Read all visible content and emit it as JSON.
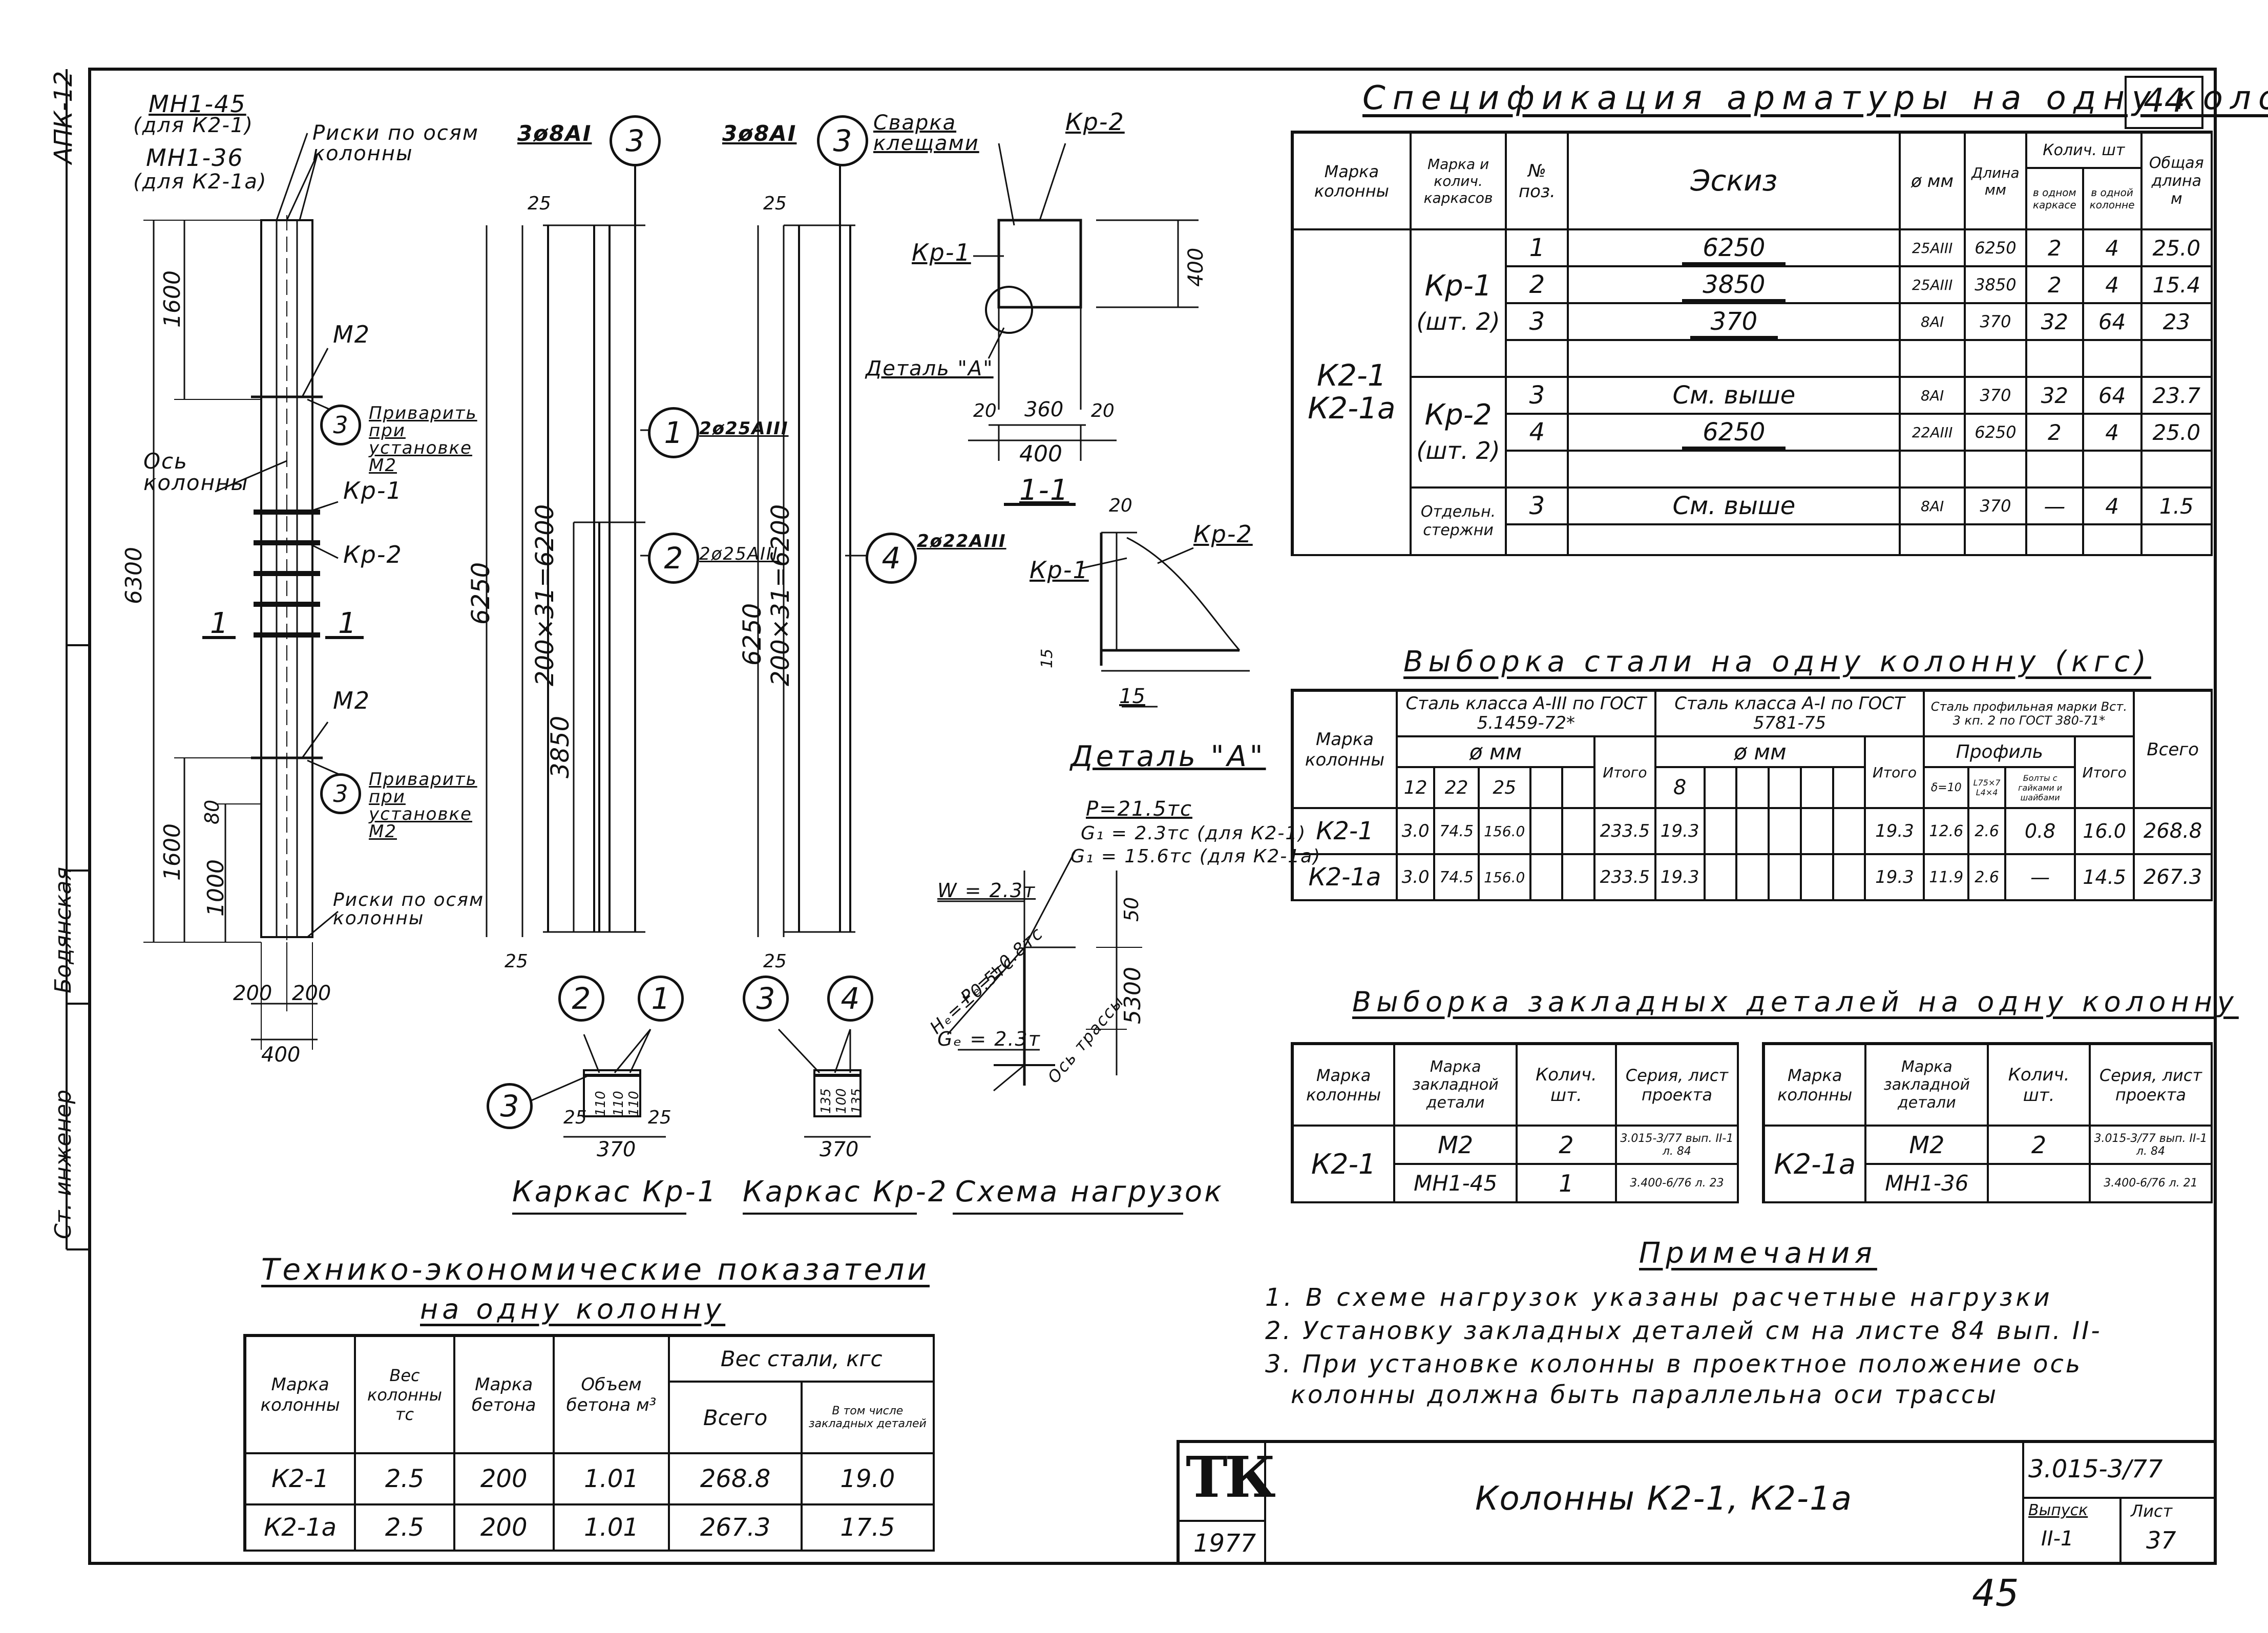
{
  "frame": {
    "side_code": "АПК-12",
    "side_role_1": "Ст. инженер",
    "side_name_1": "Бодянская",
    "side_role_2": "",
    "sheet_top_number": "44",
    "sheet_bottom_number": "45"
  },
  "column_view": {
    "label_mn_45": "МН1-45",
    "label_mn_45_for": "(для К2-1)",
    "label_mn_36": "МН1-36",
    "label_mn_36_for": "(для К2-1а)",
    "label_riski_top": "Риски по осям колонны",
    "label_riski_bottom": "Риски по осям колонны",
    "label_m2_top": "М2",
    "label_m2_bottom": "М2",
    "label_weld_top": "Приварить при установке М2",
    "label_weld_bottom": "Приварить при установке М2",
    "label_axis": "Ось колонны",
    "label_kr1": "Кр-1",
    "label_kr2": "Кр-2",
    "section_mark_left": "1",
    "section_mark_right": "1",
    "dim_total": "6300",
    "dim_top": "1600",
    "dim_bottom": "1600",
    "dim_1000": "1000",
    "dim_80": "80",
    "dim_200a": "200",
    "dim_200b": "200",
    "dim_400": "400",
    "callout_3": "3"
  },
  "kr1": {
    "caption": "Каркас Кр-1",
    "bar_top_label": "3ø8АI",
    "bar_top_circle": "3",
    "bar1_label": "2ø25АIII",
    "bar1_circle": "1",
    "bar2_label": "2ø25АIII",
    "bar2_circle": "2",
    "dim_6250": "6250",
    "dim_200x31": "200×31=6200",
    "dim_3850": "3850",
    "dim_25_top": "25",
    "dim_25_bottom": "25",
    "sec_circle_2": "2",
    "sec_circle_1": "1",
    "sec_circle_3": "3",
    "sec_dims": [
      "25",
      "110",
      "110",
      "110",
      "25"
    ],
    "sec_width": "370"
  },
  "kr2": {
    "caption": "Каркас Кр-2",
    "bar_top_label": "3ø8АI",
    "bar_top_circle": "3",
    "bar4_label": "2ø22АIII",
    "bar4_circle": "4",
    "dim_6250": "6250",
    "dim_200x31": "200×31=6200",
    "dim_25_top": "25",
    "dim_25_bottom": "25",
    "sec_circle_3": "3",
    "sec_circle_4": "4",
    "sec_dims": [
      "135",
      "100",
      "135"
    ],
    "sec_width": "370"
  },
  "section_1_1": {
    "title": "1-1",
    "weld_label": "Сварка клещами",
    "kr2_label": "Кр-2",
    "kr1_label": "Кр-1",
    "detail_label": "Деталь \"А\"",
    "dim_400_side": "400",
    "dim_20a": "20",
    "dim_360": "360",
    "dim_20b": "20",
    "dim_400_bottom": "400"
  },
  "detail_a": {
    "title": "Деталь \"А\"",
    "kr1_label": "Кр-1",
    "kr2_label": "Кр-2",
    "dim_20": "20",
    "dim_15a": "15",
    "dim_15b": "15"
  },
  "load_scheme": {
    "caption": "Схема нагрузок",
    "p": "Р=21.5тс",
    "g1_k21": "G₁ = 2.3тс (для К2-1)",
    "g1_k21a": "G₁ = 15.6тс (для К2-1а)",
    "w": "W = 2.3т",
    "h": "Hₑ=±0.5тс",
    "pe": "Pₑ=±0.8тс",
    "ge": "Gₑ = 2.3т",
    "dim_50": "50",
    "dim_5300": "5300",
    "axis": "Ось трассы"
  },
  "spec": {
    "title": "Спецификация арматуры на одну колонну",
    "headers": [
      "Марка колонны",
      "Марка и колич. каркасов",
      "№ поз.",
      "Эскиз",
      "ø мм",
      "Длина мм",
      "Колич. шт",
      "Общая длина м"
    ],
    "sub_headers": [
      "в одном каркасе",
      "в одной колонне"
    ],
    "column_marks": [
      "К2-1",
      "К2-1а"
    ],
    "groups": [
      {
        "name": "Кр-1",
        "qty": "(шт. 2)"
      },
      {
        "name": "Кр-2",
        "qty": "(шт. 2)"
      },
      {
        "name": "Отдельн. стержни",
        "qty": ""
      }
    ],
    "rows": [
      {
        "pos": "1",
        "sketch": "6250",
        "dia": "25АIII",
        "len": "6250",
        "in_frame": "2",
        "in_column": "4",
        "total": "25.0"
      },
      {
        "pos": "2",
        "sketch": "3850",
        "dia": "25АIII",
        "len": "3850",
        "in_frame": "2",
        "in_column": "4",
        "total": "15.4"
      },
      {
        "pos": "3",
        "sketch": "370",
        "dia": "8АI",
        "len": "370",
        "in_frame": "32",
        "in_column": "64",
        "total": "23"
      },
      {
        "pos": "",
        "sketch": "",
        "dia": "",
        "len": "",
        "in_frame": "",
        "in_column": "",
        "total": ""
      },
      {
        "pos": "3",
        "sketch": "См. выше",
        "dia": "8АI",
        "len": "370",
        "in_frame": "32",
        "in_column": "64",
        "total": "23.7"
      },
      {
        "pos": "4",
        "sketch": "6250",
        "dia": "22АIII",
        "len": "6250",
        "in_frame": "2",
        "in_column": "4",
        "total": "25.0"
      },
      {
        "pos": "",
        "sketch": "",
        "dia": "",
        "len": "",
        "in_frame": "",
        "in_column": "",
        "total": ""
      },
      {
        "pos": "3",
        "sketch": "См. выше",
        "dia": "8АI",
        "len": "370",
        "in_frame": "—",
        "in_column": "4",
        "total": "1.5"
      },
      {
        "pos": "",
        "sketch": "",
        "dia": "",
        "len": "",
        "in_frame": "",
        "in_column": "",
        "total": ""
      }
    ]
  },
  "steel": {
    "title": "Выборка стали на одну колонну (кгс)",
    "h_mark": "Марка колонны",
    "h_a3": "Сталь класса А-III по ГОСТ 5.1459-72*",
    "h_a1": "Сталь класса А-I по ГОСТ 5781-75",
    "h_prof": "Сталь профильная марки Вст. 3 кп. 2 по ГОСТ 380-71*",
    "h_dmm_a": "ø мм",
    "h_dmm_b": "ø мм",
    "h_profile": "Профиль",
    "h_total_all": "Всего",
    "h_itogo": "Итого",
    "h_sizes_a3": [
      "12",
      "22",
      "25",
      "",
      ""
    ],
    "h_sizes_a1": [
      "8",
      "",
      "",
      "",
      "",
      ""
    ],
    "h_sizes_prof": [
      "δ=10",
      "L75×7 L4×4",
      "Болты с гайками и шайбами"
    ],
    "rows": [
      {
        "mark": "К2-1",
        "a3": [
          "3.0",
          "74.5",
          "156.0",
          "",
          ""
        ],
        "a3_total": "233.5",
        "a1": [
          "19.3",
          "",
          "",
          "",
          "",
          ""
        ],
        "a1_total": "19.3",
        "prof": [
          "12.6",
          "2.6",
          "0.8"
        ],
        "prof_total": "16.0",
        "total": "268.8"
      },
      {
        "mark": "К2-1а",
        "a3": [
          "3.0",
          "74.5",
          "156.0",
          "",
          ""
        ],
        "a3_total": "233.5",
        "a1": [
          "19.3",
          "",
          "",
          "",
          "",
          ""
        ],
        "a1_total": "19.3",
        "prof": [
          "11.9",
          "2.6",
          "—"
        ],
        "prof_total": "14.5",
        "total": "267.3"
      }
    ]
  },
  "embedded": {
    "title": "Выборка закладных деталей на одну колонну",
    "headers": [
      "Марка колонны",
      "Марка закладной детали",
      "Колич. шт.",
      "Серия, лист проекта"
    ],
    "left": {
      "mark": "К2-1",
      "rows": [
        {
          "detail": "М2",
          "qty": "2",
          "series": "3.015-3/77 вып. II-1 л. 84"
        },
        {
          "detail": "МН1-45",
          "qty": "1",
          "series": "3.400-6/76 л. 23"
        }
      ]
    },
    "right": {
      "mark": "К2-1а",
      "rows": [
        {
          "detail": "М2",
          "qty": "2",
          "series": "3.015-3/77 вып. II-1 л. 84"
        },
        {
          "detail": "МН1-36",
          "qty": "",
          "series": "3.400-6/76 л. 21"
        }
      ]
    }
  },
  "notes": {
    "title": "Примечания",
    "items": [
      "1. В схеме нагрузок указаны расчетные нагрузки",
      "2. Установку закладных деталей см на листе 84 вып. II-",
      "3. При установке колонны в проектное положение ось",
      "колонны должна быть параллельна оси трассы"
    ]
  },
  "teo": {
    "title": "Технико-экономические показатели",
    "subtitle": "на одну колонну",
    "headers": [
      "Марка колонны",
      "Вес колонны тс",
      "Марка бетона",
      "Объем бетона м³",
      "Вес стали, кгс",
      "Всего",
      "В том числе закладных деталей"
    ],
    "rows": [
      {
        "mark": "К2-1",
        "weight": "2.5",
        "concrete": "200",
        "volume": "1.01",
        "total": "268.8",
        "embedded": "19.0"
      },
      {
        "mark": "К2-1а",
        "weight": "2.5",
        "concrete": "200",
        "volume": "1.01",
        "total": "267.3",
        "embedded": "17.5"
      }
    ]
  },
  "stamp": {
    "logo": "ТК",
    "year": "1977",
    "title": "Колонны К2-1, К2-1а",
    "series": "3.015-3/77",
    "issue_label": "Выпуск",
    "issue": "II-1",
    "sheet_label": "Лист",
    "sheet": "37"
  }
}
